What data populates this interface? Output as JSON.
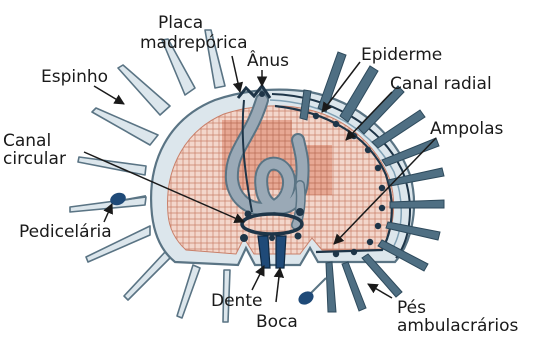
{
  "labels": {
    "espinho": "Espinho",
    "placa_line1": "Placa",
    "placa_line2": "madrepórica",
    "anus": "Ânus",
    "epiderme": "Epiderme",
    "canal_radial": "Canal radial",
    "canal_circular_line1": "Canal",
    "canal_circular_line2": "circular",
    "ampolas": "Ampolas",
    "pedicelaria": "Pedicelária",
    "dente": "Dente",
    "boca": "Boca",
    "pes_line1": "Pés",
    "pes_line2": "ambulacrários"
  },
  "colors": {
    "shell_fill": "#dce6ec",
    "shell_stroke": "#5a7484",
    "gonad": "#e7a894",
    "gonad_cell": "#c9806a",
    "intestine": "#9aa9b6",
    "water_vascular": "#1e3548",
    "tube_foot": "#4f6f83",
    "pedicellaria": "#1f4a78",
    "pointer": "#1a1a1a"
  }
}
